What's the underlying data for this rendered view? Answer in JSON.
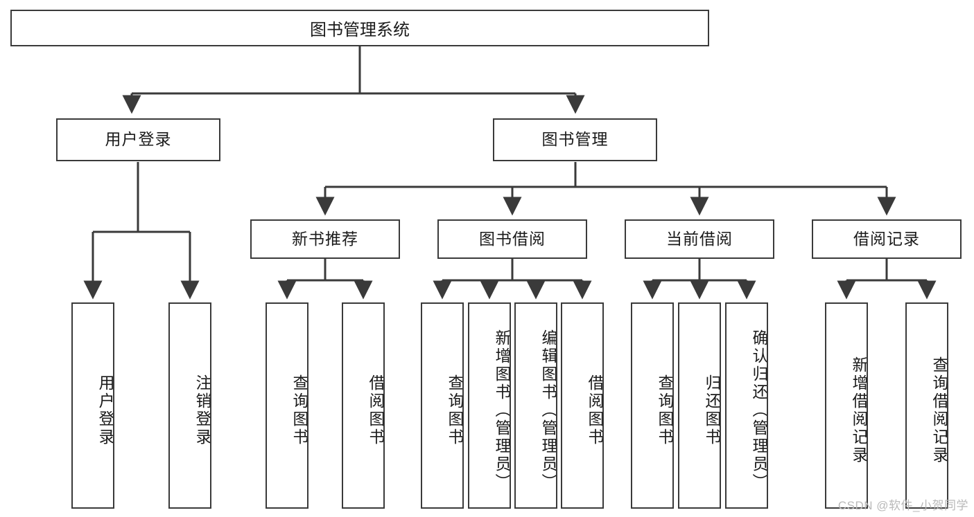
{
  "diagram": {
    "title": "图书管理系统",
    "type": "tree-hierarchy",
    "watermark": "CSDN @软件_小贺同学",
    "colors": {
      "box_border": "#3a3a3a",
      "box_fill": "#ffffff",
      "edge": "#3a3a3a",
      "text": "#1a1a1a",
      "watermark": "#b9b9b9",
      "background": "#ffffff"
    },
    "levels": {
      "root": {
        "label": "图书管理系统"
      },
      "level2": [
        {
          "label": "用户登录"
        },
        {
          "label": "图书管理"
        }
      ],
      "level3": [
        {
          "label": "新书推荐"
        },
        {
          "label": "图书借阅"
        },
        {
          "label": "当前借阅"
        },
        {
          "label": "借阅记录"
        }
      ],
      "leaves": {
        "user_login": [
          {
            "label": "用户登录"
          },
          {
            "label": "注销登录"
          }
        ],
        "new_book_rec": [
          {
            "label": "查询图书"
          },
          {
            "label": "借阅图书"
          }
        ],
        "book_borrow": [
          {
            "label": "查询图书"
          },
          {
            "label": "新增图书（管理员）"
          },
          {
            "label": "编辑图书（管理员）"
          },
          {
            "label": "借阅图书"
          }
        ],
        "current_borrow": [
          {
            "label": "查询图书"
          },
          {
            "label": "归还图书"
          },
          {
            "label": "确认归还（管理员）"
          }
        ],
        "borrow_record": [
          {
            "label": "新增借阅记录"
          },
          {
            "label": "查询借阅记录"
          }
        ]
      }
    }
  }
}
